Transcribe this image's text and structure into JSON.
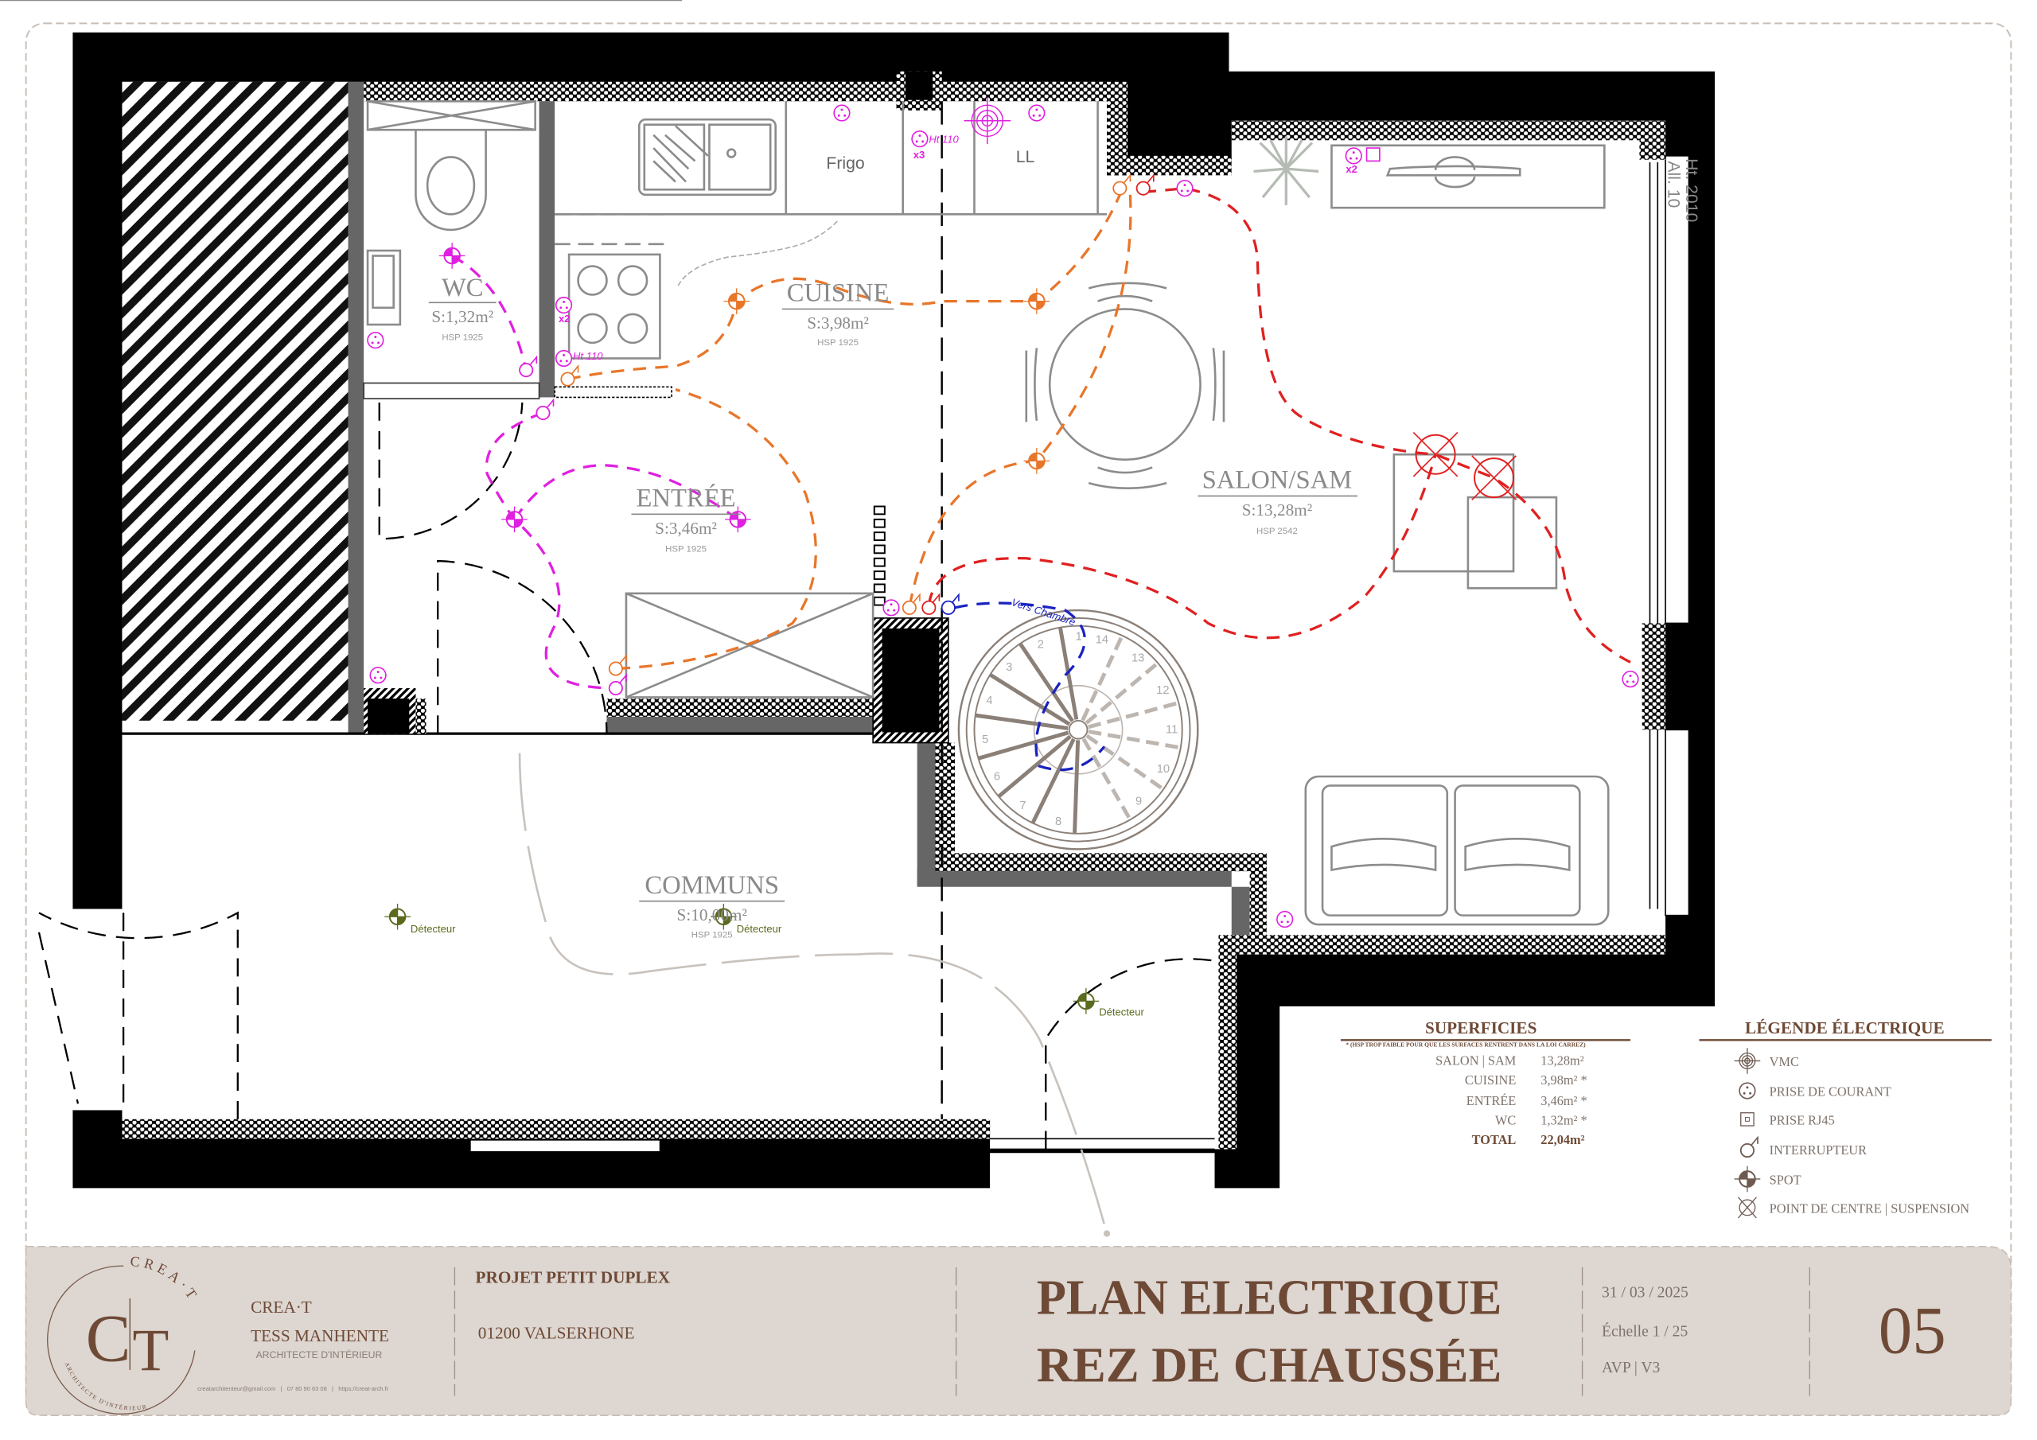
{
  "plan": {
    "rooms": [
      {
        "name": "WC",
        "area": "S:1,32m²",
        "hsp": "HSP 1925"
      },
      {
        "name": "CUISINE",
        "area": "S:3,98m²",
        "hsp": "HSP 1925"
      },
      {
        "name": "ENTRÉE",
        "area": "S:3,46m²",
        "hsp": "HSP 1925"
      },
      {
        "name": "SALON/SAM",
        "area": "S:13,28m²",
        "hsp": "HSP 2542"
      },
      {
        "name": "COMMUNS",
        "area": "S:10,00m²",
        "hsp": "HSP 1925"
      }
    ],
    "fixtures": {
      "frigo": "Frigo",
      "ll": "LL"
    },
    "annotations": {
      "ht110_top": "Ht 110",
      "x3": "x3",
      "x2_kitchen": "x2",
      "ht110_stove": "Ht 110",
      "x2_salon": "x2",
      "window_height": "Ht. 2010",
      "window_sill": "All. 10",
      "vers_chambre": "Vers Chambre",
      "detecteur": "Détecteur"
    },
    "stair_steps": [
      "1",
      "2",
      "3",
      "4",
      "5",
      "6",
      "7",
      "8",
      "9",
      "10",
      "11",
      "12",
      "13",
      "14"
    ]
  },
  "superficies": {
    "title": "SUPERFICIES",
    "note": "* (HSP TROP FAIBLE POUR QUE LES SURFACES RENTRENT DANS LA LOI CARREZ)",
    "rows": [
      {
        "label": "SALON | SAM",
        "value": "13,28m²"
      },
      {
        "label": "CUISINE",
        "value": "3,98m² *"
      },
      {
        "label": "ENTRÉE",
        "value": "3,46m² *"
      },
      {
        "label": "WC",
        "value": "1,32m² *"
      }
    ],
    "total_label": "TOTAL",
    "total_value": "22,04m²"
  },
  "legend": {
    "title": "LÉGENDE ÉLECTRIQUE",
    "items": [
      {
        "icon": "vmc-icon",
        "label": "VMC"
      },
      {
        "icon": "socket-icon",
        "label": "PRISE DE COURANT"
      },
      {
        "icon": "rj45-icon",
        "label": "PRISE RJ45"
      },
      {
        "icon": "switch-icon",
        "label": "INTERRUPTEUR"
      },
      {
        "icon": "spot-icon",
        "label": "SPOT"
      },
      {
        "icon": "suspension-icon",
        "label": "POINT DE CENTRE | SUSPENSION"
      }
    ]
  },
  "title_block": {
    "logo": {
      "letters_c": "C",
      "letters_t": "T",
      "ring_top": "CREA·T",
      "ring_bottom": "ARCHITECTE D'INTÉRIEUR"
    },
    "company": "CREA·T",
    "designer": "TESS MANHENTE",
    "role": "ARCHITECTE D'INTÉRIEUR",
    "contact": "creatarchitenteur@gmail.com   |   07 80 90 63 08   |   https://creat-arch.fr",
    "project": "PROJET PETIT DUPLEX",
    "location": "01200 VALSERHONE",
    "title_line1": "PLAN ELECTRIQUE",
    "title_line2": "REZ DE CHAUSSÉE",
    "date": "31 / 03 / 2025",
    "scale": "Échelle 1 / 25",
    "phase": "AVP | V3",
    "sheet_number": "05"
  },
  "colors": {
    "brand_brown": "#6e4a36",
    "title_block_bg": "#ddd6d1",
    "wire_orange": "#e8762a",
    "wire_magenta": "#e020e0",
    "wire_red": "#e02020",
    "wire_blue": "#1a22c0",
    "detector_olive": "#5a6b1e"
  }
}
